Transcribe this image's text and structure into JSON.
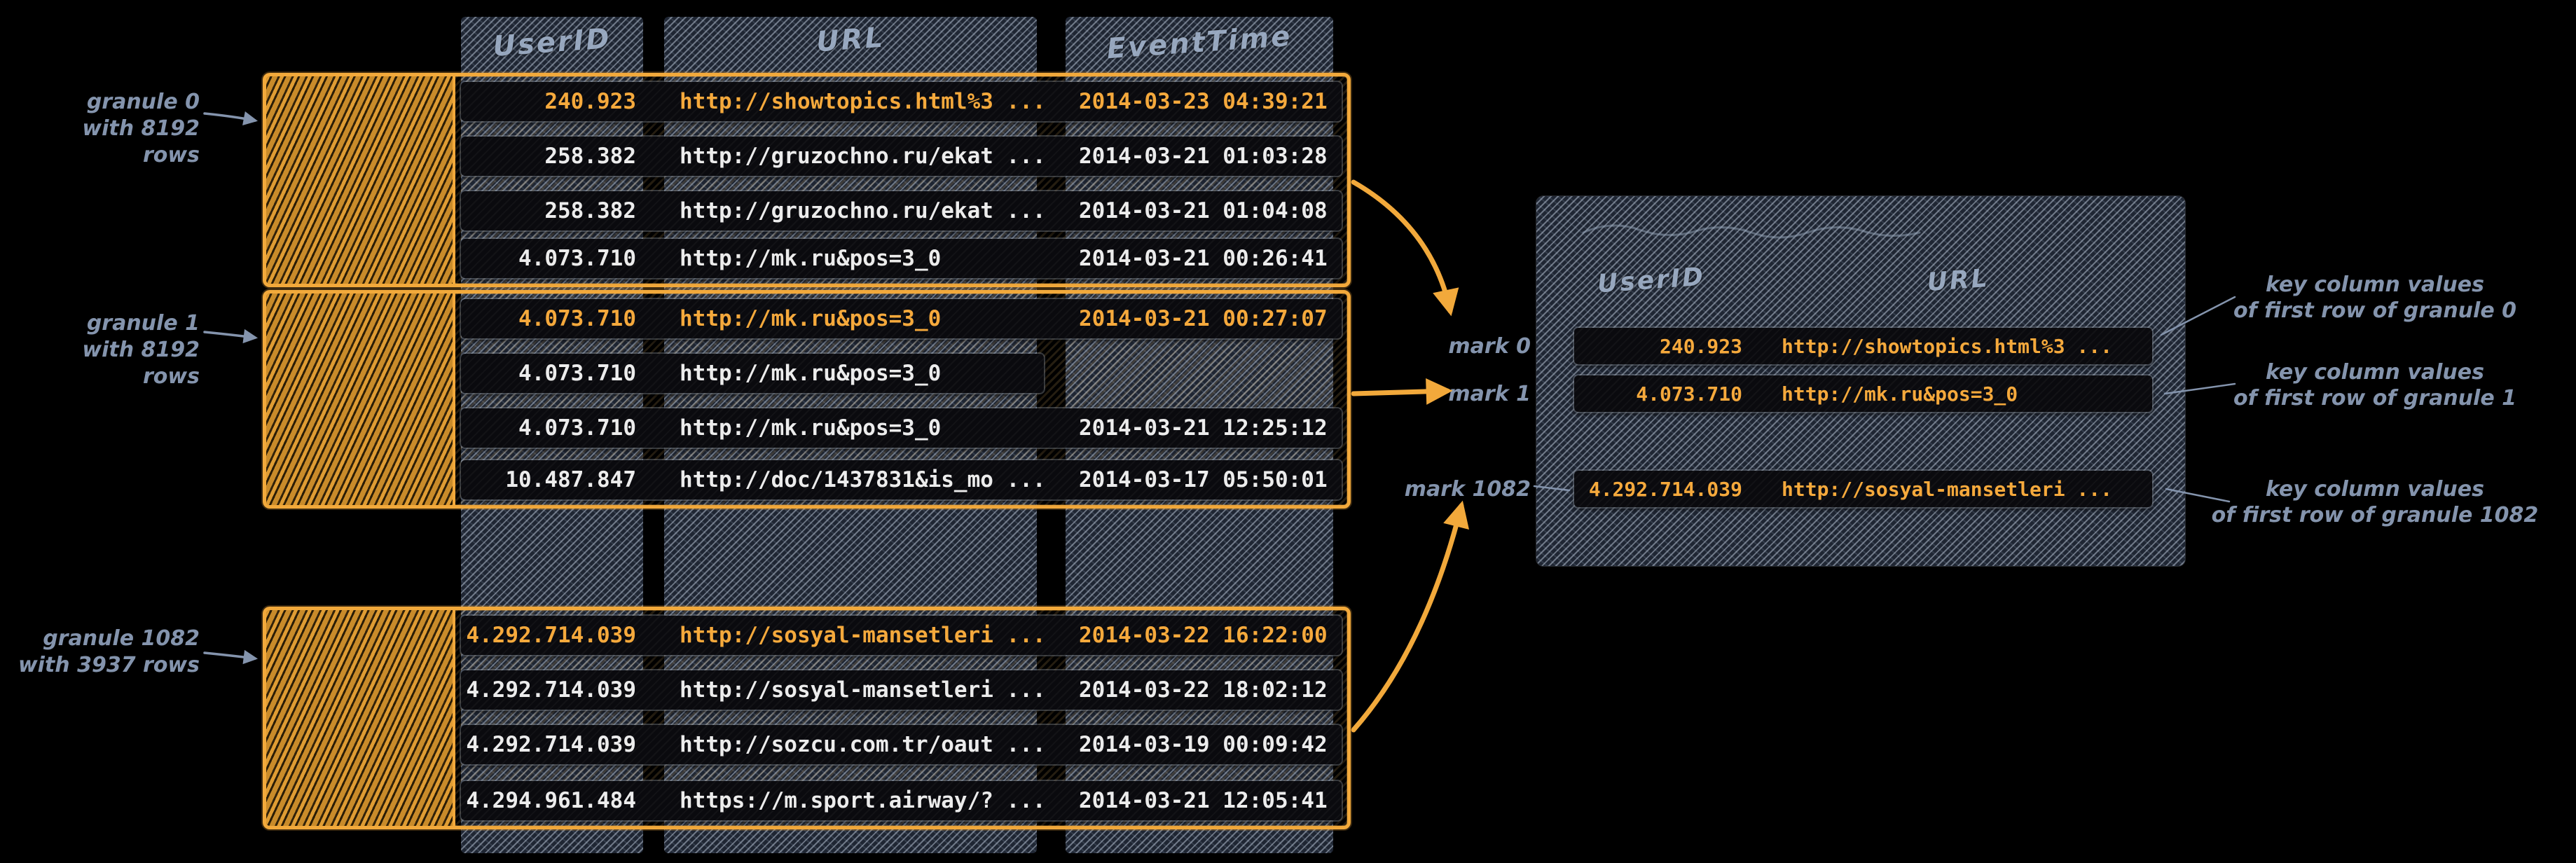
{
  "left_table": {
    "headers": {
      "userid": "UserID",
      "url": "URL",
      "eventtime": "EventTime"
    },
    "granules": [
      {
        "label": "granule 0\nwith 8192 rows",
        "rows": [
          {
            "userid": "240.923",
            "url": "http://showtopics.html%3 ...",
            "time": "2014-03-23 04:39:21"
          },
          {
            "userid": "258.382",
            "url": "http://gruzochno.ru/ekat ...",
            "time": "2014-03-21 01:03:28"
          },
          {
            "userid": "258.382",
            "url": "http://gruzochno.ru/ekat ...",
            "time": "2014-03-21 01:04:08"
          },
          {
            "userid": "4.073.710",
            "url": "http://mk.ru&pos=3_0",
            "time": "2014-03-21 00:26:41"
          }
        ]
      },
      {
        "label": "granule 1\nwith 8192 rows",
        "rows": [
          {
            "userid": "4.073.710",
            "url": "http://mk.ru&pos=3_0",
            "time": "2014-03-21 00:27:07"
          },
          {
            "userid": "4.073.710",
            "url": "http://mk.ru&pos=3_0",
            "time": ""
          },
          {
            "userid": "4.073.710",
            "url": "http://mk.ru&pos=3_0",
            "time": "2014-03-21 12:25:12"
          },
          {
            "userid": "10.487.847",
            "url": "http://doc/1437831&is_mo ...",
            "time": "2014-03-17 05:50:01"
          }
        ]
      },
      {
        "label": "granule 1082\nwith 3937 rows",
        "rows": [
          {
            "userid": "4.292.714.039",
            "url": "http://sosyal-mansetleri ...",
            "time": "2014-03-22 16:22:00"
          },
          {
            "userid": "4.292.714.039",
            "url": "http://sosyal-mansetleri ...",
            "time": "2014-03-22 18:02:12"
          },
          {
            "userid": "4.292.714.039",
            "url": "http://sozcu.com.tr/oaut ...",
            "time": "2014-03-19 00:09:42"
          },
          {
            "userid": "4.294.961.484",
            "url": "https://m.sport.airway/? ...",
            "time": "2014-03-21 12:05:41"
          }
        ]
      }
    ]
  },
  "index_table": {
    "headers": {
      "userid": "UserID",
      "url": "URL"
    },
    "marks": [
      {
        "label": "mark 0",
        "userid": "240.923",
        "url": "http://showtopics.html%3 ..."
      },
      {
        "label": "mark 1",
        "userid": "4.073.710",
        "url": "http://mk.ru&pos=3_0"
      },
      {
        "label": "mark 1082",
        "userid": "4.292.714.039",
        "url": "http://sosyal-mansetleri ..."
      }
    ]
  },
  "annotations": [
    {
      "text": "key column values\nof first row of granule 0"
    },
    {
      "text": "key column values\nof first row of granule 1"
    },
    {
      "text": "key column values\nof first row of granule 1082"
    }
  ],
  "colors": {
    "accent_orange": "#f2a93b",
    "highlight_text": "#f5a93c",
    "label_gray": "#8494ad",
    "row_text": "#ececec",
    "band_fill": "#1f2633",
    "background": "#000000"
  }
}
